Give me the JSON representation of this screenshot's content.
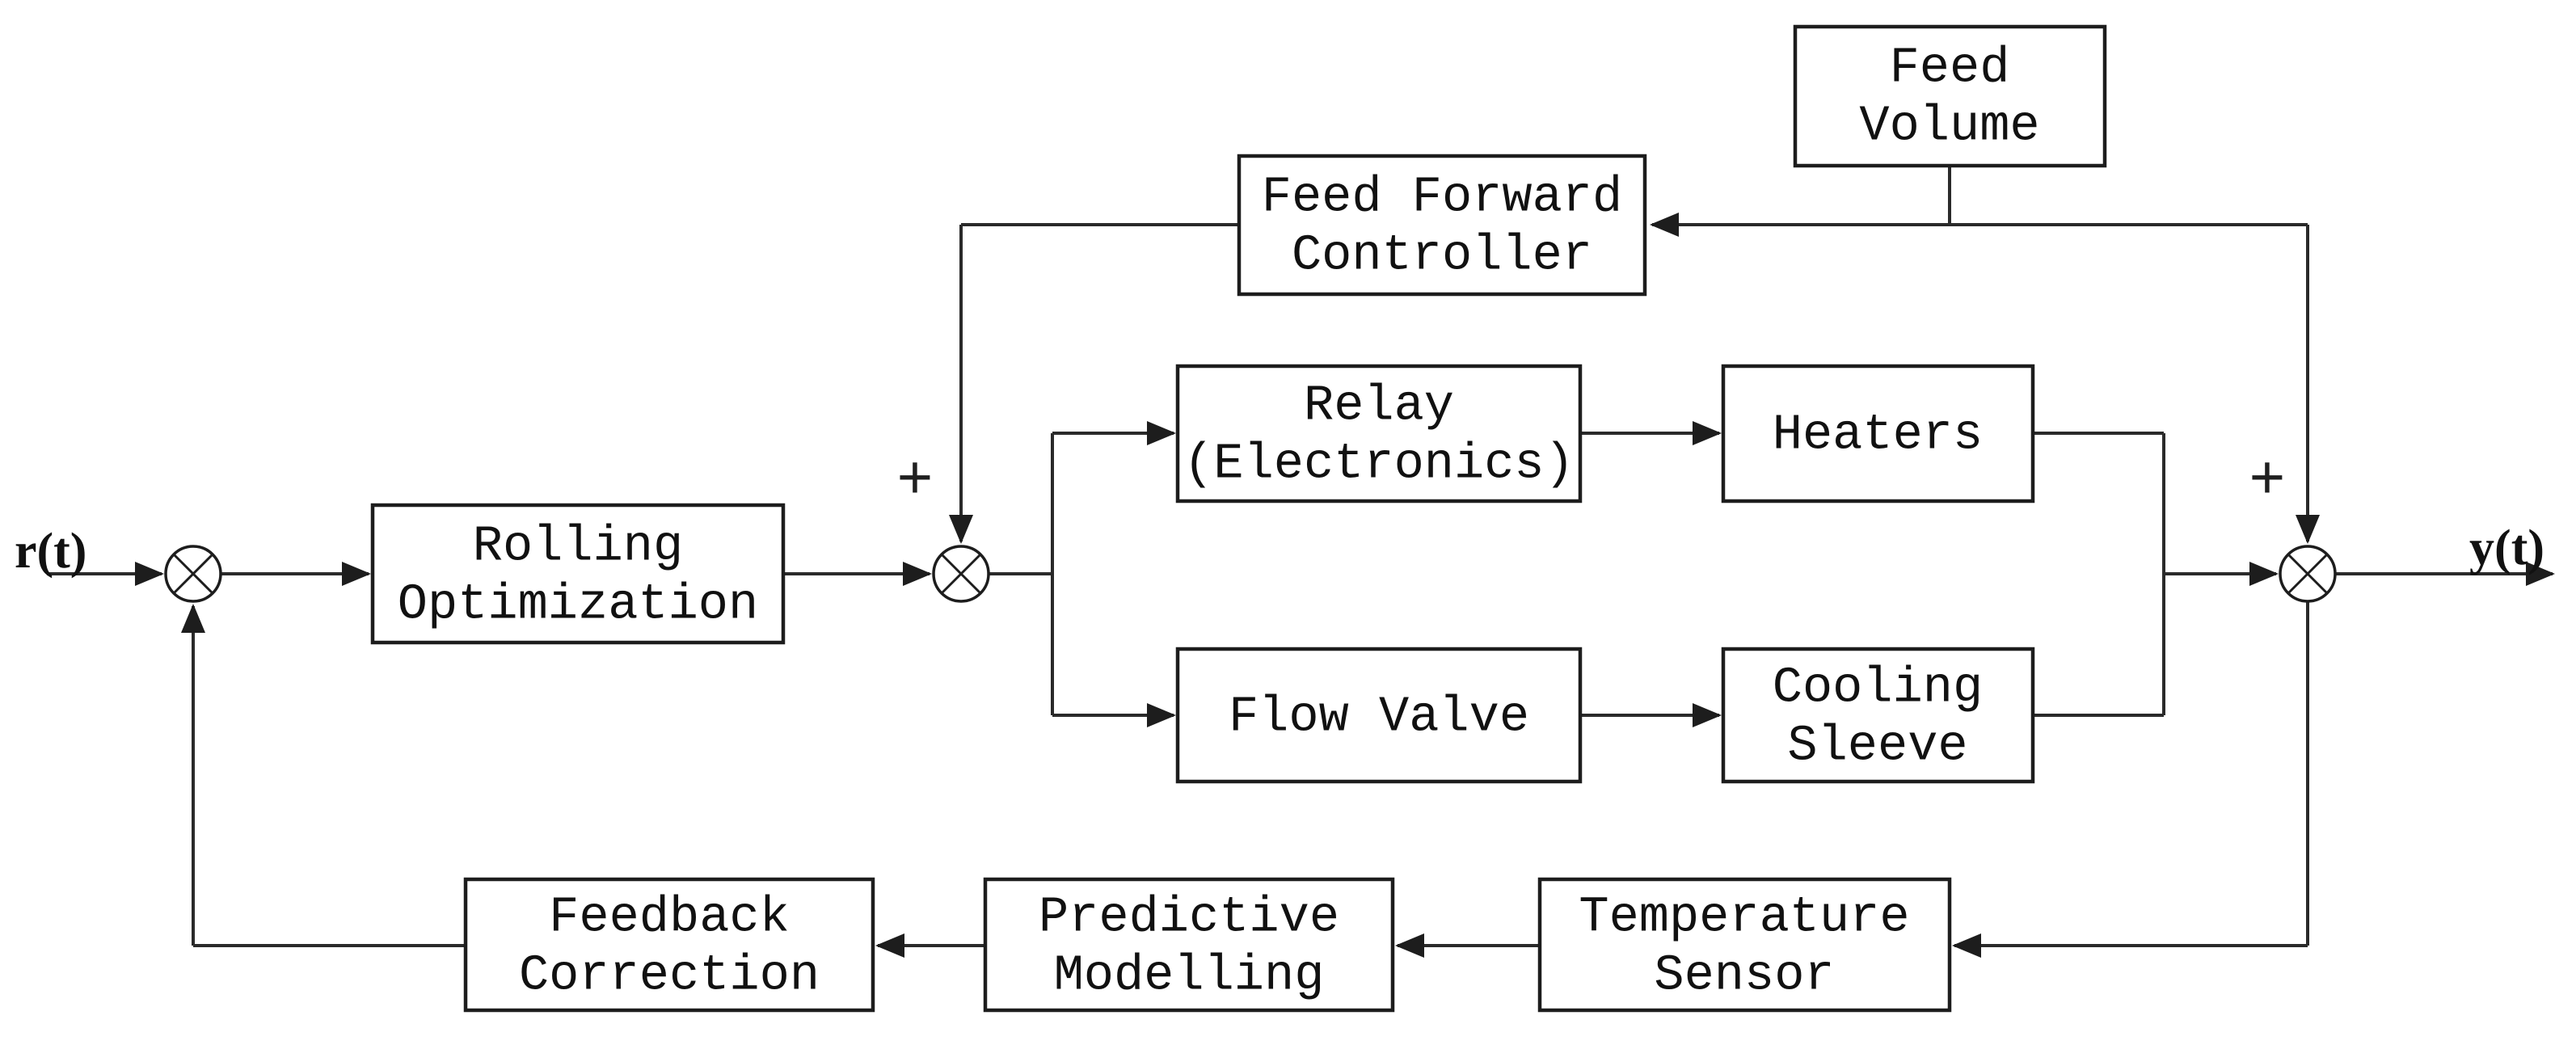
{
  "diagram": {
    "input_label": "r(t)",
    "output_label": "y(t)",
    "signs": {
      "mid_sum_plus": "+",
      "right_sum_plus": "+"
    },
    "blocks": {
      "rolling_optimization": {
        "lines": [
          "Rolling",
          "Optimization"
        ]
      },
      "feed_forward_controller": {
        "lines": [
          "Feed Forward",
          "Controller"
        ]
      },
      "feed_volume": {
        "lines": [
          "Feed",
          "Volume"
        ]
      },
      "relay": {
        "lines": [
          "Relay",
          "(Electronics)"
        ]
      },
      "heaters": {
        "lines": [
          "Heaters"
        ]
      },
      "flow_valve": {
        "lines": [
          "Flow Valve"
        ]
      },
      "cooling_sleeve": {
        "lines": [
          "Cooling",
          "Sleeve"
        ]
      },
      "temperature_sensor": {
        "lines": [
          "Temperature",
          "Sensor"
        ]
      },
      "predictive_modelling": {
        "lines": [
          "Predictive",
          "Modelling"
        ]
      },
      "feedback_correction": {
        "lines": [
          "Feedback",
          "Correction"
        ]
      }
    },
    "colors": {
      "line": "#2a2a2a",
      "box_border": "#1d1d1d",
      "box_fill": "#ffffff",
      "background": "#ffffff",
      "text": "#111111"
    }
  }
}
